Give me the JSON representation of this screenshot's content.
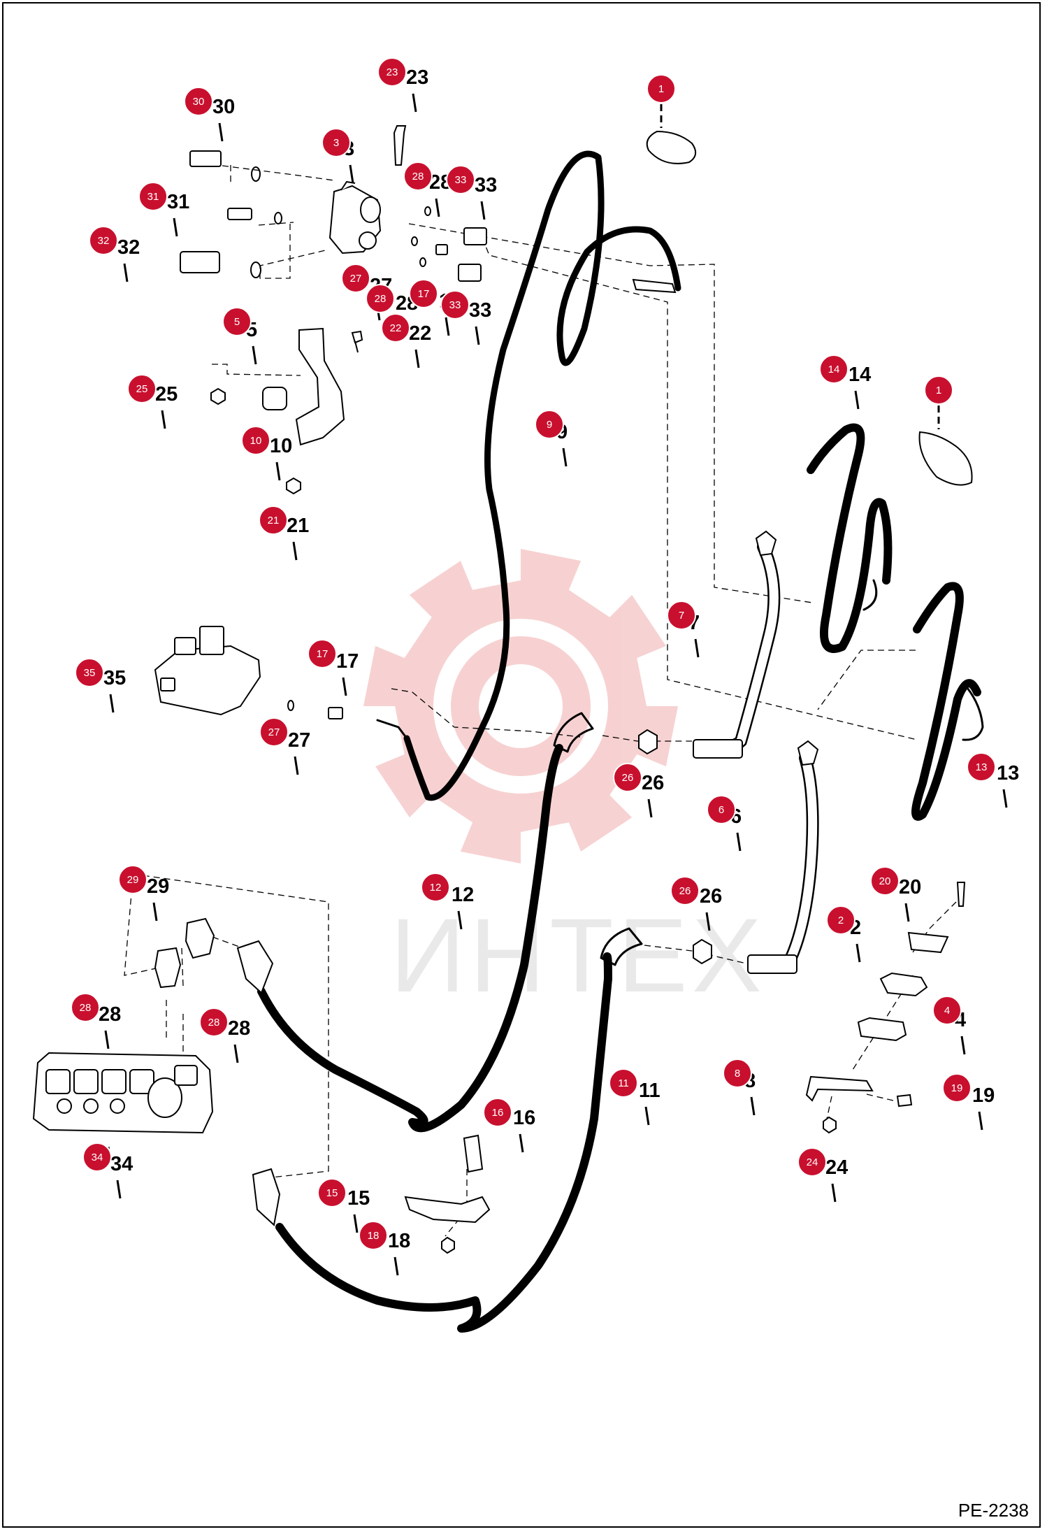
{
  "diagram": {
    "reference": "PE-2238",
    "watermark_text": "ИНТЕХ",
    "badge_color": "#c8102e",
    "watermark_color": "#f6caca",
    "parts": [
      {
        "no": "1",
        "badge": [
          946,
          127
        ],
        "label": [
          0,
          0
        ]
      },
      {
        "no": "1",
        "badge": [
          1343,
          558
        ],
        "label": [
          0,
          0
        ]
      },
      {
        "no": "2",
        "badge": [
          1203,
          1316
        ],
        "label": [
          1216,
          1336
        ]
      },
      {
        "no": "3",
        "badge": [
          481,
          204
        ],
        "label": [
          491,
          222
        ]
      },
      {
        "no": "4",
        "badge": [
          1355,
          1445
        ],
        "label": [
          1366,
          1468
        ]
      },
      {
        "no": "5",
        "badge": [
          339,
          460
        ],
        "label": [
          352,
          481
        ]
      },
      {
        "no": "6",
        "badge": [
          1032,
          1158
        ],
        "label": [
          1045,
          1177
        ]
      },
      {
        "no": "7",
        "badge": [
          975,
          880
        ],
        "label": [
          985,
          900
        ]
      },
      {
        "no": "8",
        "badge": [
          1055,
          1535
        ],
        "label": [
          1065,
          1555
        ]
      },
      {
        "no": "9",
        "badge": [
          786,
          607
        ],
        "label": [
          796,
          627
        ]
      },
      {
        "no": "10",
        "badge": [
          366,
          630
        ],
        "label": [
          386,
          647
        ]
      },
      {
        "no": "11",
        "badge": [
          892,
          1549
        ],
        "label": [
          914,
          1569
        ]
      },
      {
        "no": "12",
        "badge": [
          623,
          1269
        ],
        "label": [
          646,
          1289
        ]
      },
      {
        "no": "13",
        "badge": [
          1404,
          1097
        ],
        "label": [
          1426,
          1115
        ]
      },
      {
        "no": "14",
        "badge": [
          1193,
          528
        ],
        "label": [
          1214,
          545
        ]
      },
      {
        "no": "15",
        "badge": [
          475,
          1706
        ],
        "label": [
          497,
          1723
        ]
      },
      {
        "no": "16",
        "badge": [
          712,
          1591
        ],
        "label": [
          734,
          1608
        ]
      },
      {
        "no": "17",
        "badge": [
          606,
          420
        ],
        "label": [
          628,
          440
        ]
      },
      {
        "no": "17",
        "badge": [
          461,
          935
        ],
        "label": [
          481,
          955
        ]
      },
      {
        "no": "18",
        "badge": [
          534,
          1767
        ],
        "label": [
          555,
          1784
        ]
      },
      {
        "no": "19",
        "badge": [
          1369,
          1556
        ],
        "label": [
          1391,
          1576
        ]
      },
      {
        "no": "20",
        "badge": [
          1266,
          1260
        ],
        "label": [
          1286,
          1278
        ]
      },
      {
        "no": "21",
        "badge": [
          391,
          744
        ],
        "label": [
          410,
          761
        ]
      },
      {
        "no": "22",
        "badge": [
          566,
          469
        ],
        "label": [
          585,
          486
        ]
      },
      {
        "no": "23",
        "badge": [
          561,
          103
        ],
        "label": [
          581,
          120
        ]
      },
      {
        "no": "24",
        "badge": [
          1162,
          1662
        ],
        "label": [
          1181,
          1679
        ]
      },
      {
        "no": "25",
        "badge": [
          203,
          556
        ],
        "label": [
          222,
          573
        ]
      },
      {
        "no": "26",
        "badge": [
          898,
          1112
        ],
        "label": [
          918,
          1129
        ]
      },
      {
        "no": "26",
        "badge": [
          980,
          1274
        ],
        "label": [
          1001,
          1291
        ]
      },
      {
        "no": "27",
        "badge": [
          509,
          398
        ],
        "label": [
          529,
          418
        ]
      },
      {
        "no": "27",
        "badge": [
          392,
          1047
        ],
        "label": [
          412,
          1068
        ]
      },
      {
        "no": "28",
        "badge": [
          598,
          252
        ],
        "label": [
          614,
          270
        ]
      },
      {
        "no": "28",
        "badge": [
          544,
          427
        ],
        "label": [
          566,
          443
        ]
      },
      {
        "no": "28",
        "badge": [
          122,
          1441
        ],
        "label": [
          141,
          1460
        ]
      },
      {
        "no": "28",
        "badge": [
          306,
          1462
        ],
        "label": [
          326,
          1480
        ]
      },
      {
        "no": "29",
        "badge": [
          190,
          1258
        ],
        "label": [
          210,
          1277
        ]
      },
      {
        "no": "30",
        "badge": [
          284,
          145
        ],
        "label": [
          304,
          162
        ]
      },
      {
        "no": "31",
        "badge": [
          219,
          281
        ],
        "label": [
          239,
          298
        ]
      },
      {
        "no": "32",
        "badge": [
          148,
          344
        ],
        "label": [
          168,
          363
        ]
      },
      {
        "no": "33",
        "badge": [
          659,
          257
        ],
        "label": [
          679,
          274
        ]
      },
      {
        "no": "33",
        "badge": [
          651,
          436
        ],
        "label": [
          671,
          453
        ]
      },
      {
        "no": "34",
        "badge": [
          139,
          1655
        ],
        "label": [
          158,
          1674
        ]
      },
      {
        "no": "35",
        "badge": [
          128,
          962
        ],
        "label": [
          148,
          979
        ]
      }
    ]
  }
}
